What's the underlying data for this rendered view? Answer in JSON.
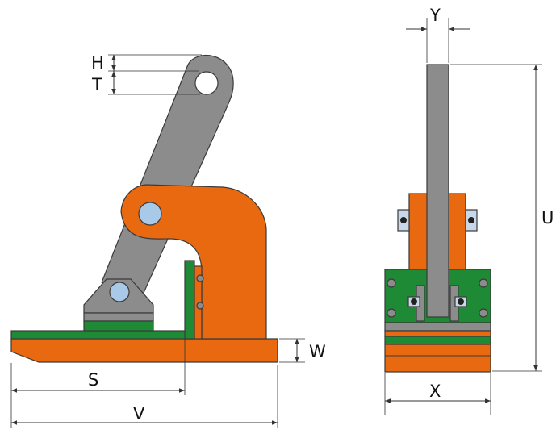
{
  "colors": {
    "orange": "#e8690f",
    "green": "#1f8a35",
    "gray": "#8c8c8c",
    "pin": "#a9c9e8",
    "outline": "#3a3a3a"
  },
  "labels": {
    "H": "H",
    "T": "T",
    "W": "W",
    "S": "S",
    "V": "V",
    "Y": "Y",
    "U": "U",
    "X": "X"
  }
}
